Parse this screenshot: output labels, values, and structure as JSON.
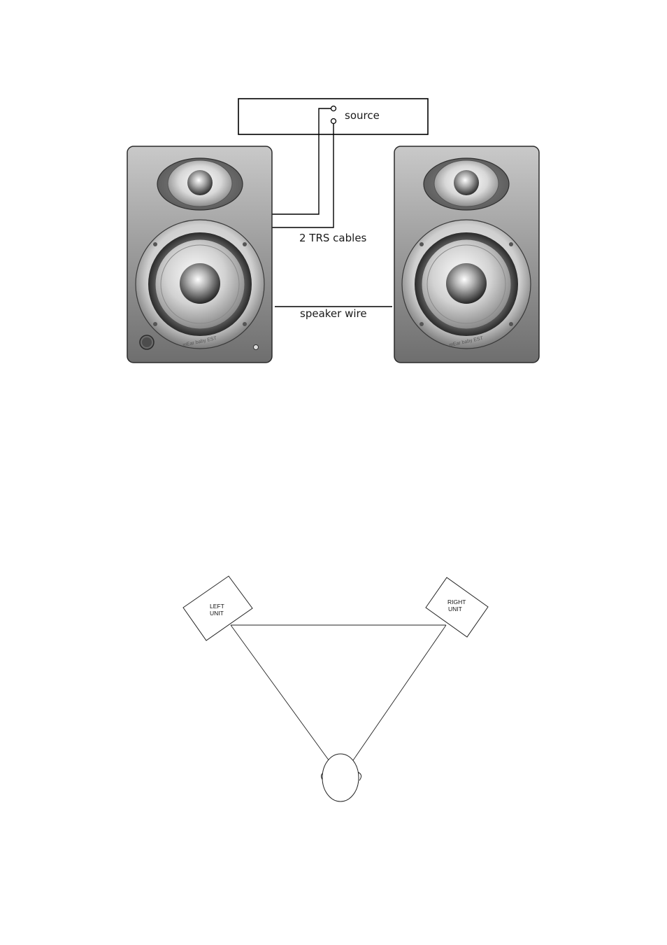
{
  "wiring_diagram": {
    "source_label": "source",
    "trs_label": "2 TRS cables",
    "speaker_wire_label": "speaker wire",
    "brand_left": "mEar baby EST",
    "brand_right": "mEar baby EST"
  },
  "placement_diagram": {
    "left_unit_line1": "LEFT",
    "left_unit_line2": "UNIT",
    "right_unit_line1": "RIGHT",
    "right_unit_line2": "UNIT"
  }
}
